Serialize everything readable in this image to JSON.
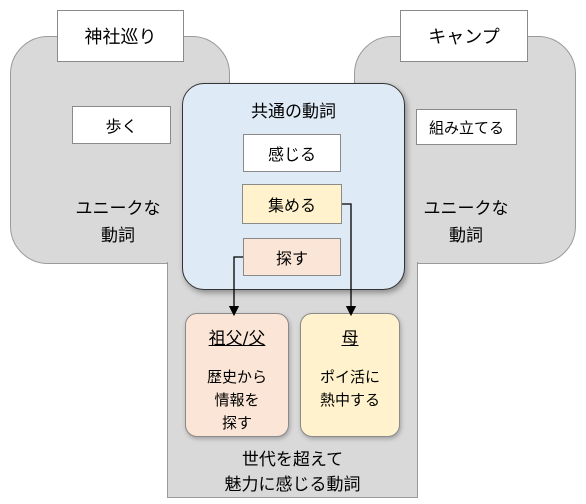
{
  "left": {
    "title": "神社巡り",
    "verb": "歩く",
    "unique_line1": "ユニークな",
    "unique_line2": "動詞"
  },
  "right": {
    "title": "キャンプ",
    "verb": "組み立てる",
    "unique_line1": "ユニークな",
    "unique_line2": "動詞"
  },
  "common": {
    "title": "共通の動詞",
    "verbs": [
      "感じる",
      "集める",
      "探す"
    ]
  },
  "grandpa": {
    "title": "祖父/父",
    "desc_line1": "歴史から",
    "desc_line2": "情報を",
    "desc_line3": "探す"
  },
  "mother": {
    "title": "母",
    "desc_line1": "ポイ活に",
    "desc_line2": "熱中する"
  },
  "bottom": {
    "line1": "世代を超えて",
    "line2": "魅力に感じる動詞"
  }
}
